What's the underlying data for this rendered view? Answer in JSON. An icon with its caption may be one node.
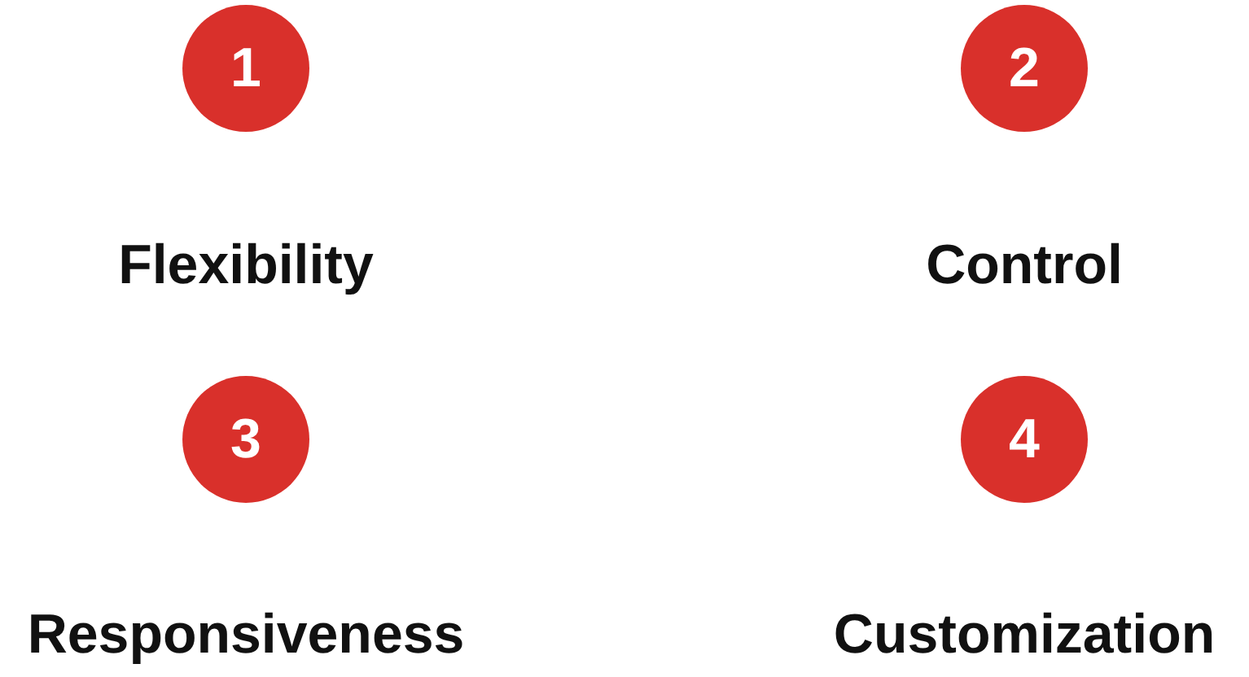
{
  "diagram": {
    "nodes": [
      {
        "text": [
          "1"
        ],
        "beside": [
          "Flexibility"
        ]
      },
      {
        "text": [
          "2"
        ],
        "beside": [
          "Control"
        ]
      },
      {
        "text": [
          "3"
        ],
        "beside": [
          "Responsiveness"
        ]
      },
      {
        "text": [
          "4"
        ],
        "beside": [
          "Customization"
        ]
      }
    ]
  }
}
